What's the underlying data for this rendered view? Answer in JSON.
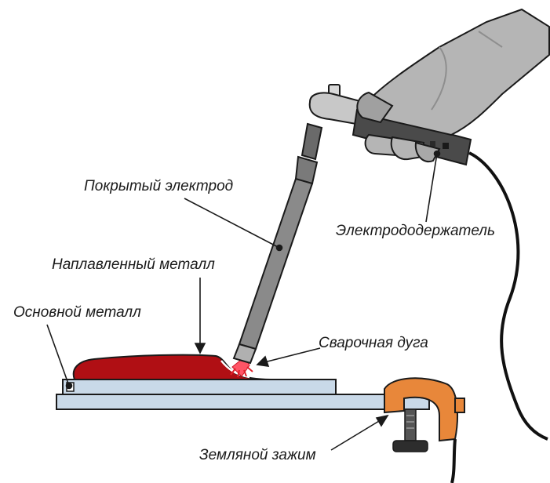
{
  "labels": {
    "coated_electrode": "Покрытый электрод",
    "electrode_holder": "Электрододержатель",
    "deposited_metal": "Наплавленный металл",
    "base_metal": "Основной металл",
    "welding_arc": "Сварочная дуга",
    "ground_clamp": "Земляной зажим"
  },
  "colors": {
    "outline": "#1a1a1a",
    "glove": "#b5b5b5",
    "glove_shadow": "#8e8e8e",
    "holder": "#4a4a4a",
    "electrode": "#8a8a8a",
    "electrode_tip": "#b0b0b0",
    "deposit": "#b00f14",
    "plate": "#c9d9e8",
    "clamp": "#e8873a",
    "screw": "#555555",
    "arc": "#ff5566"
  },
  "icons": {
    "hand": "gloved-hand-icon",
    "holder": "electrode-holder-icon",
    "clamp": "c-clamp-icon"
  }
}
